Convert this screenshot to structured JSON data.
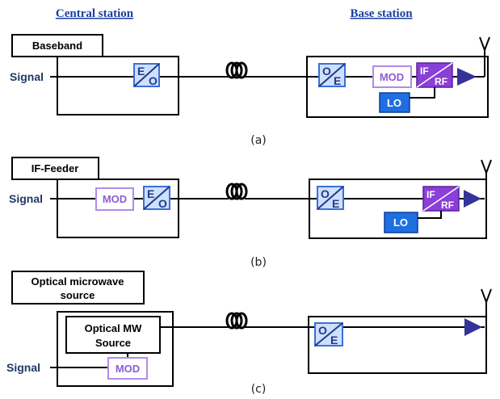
{
  "headers": {
    "central": "Central station",
    "base": "Base station"
  },
  "panels": [
    {
      "title": "Baseband",
      "signal": "Signal",
      "caption": "(a)"
    },
    {
      "title": "IF-Feeder",
      "signal": "Signal",
      "caption": "(b)"
    },
    {
      "title_line1": "Optical microwave",
      "title_line2": "source",
      "signal": "Signal",
      "caption": "(c)",
      "mw_line1": "Optical MW",
      "mw_line2": "Source"
    }
  ],
  "blocks": {
    "eo_top": "E",
    "eo_bottom": "O",
    "oe_top": "O",
    "oe_bottom": "E",
    "mod": "MOD",
    "lo": "LO",
    "if": "IF",
    "rf": "RF"
  },
  "colors": {
    "header": "#1a3fa0",
    "signal": "#1f3864",
    "converter_fill": "#cfe0ff",
    "converter_stroke": "#3b6fd6",
    "mod_stroke": "#b28be8",
    "lo_fill": "#1f6fe0",
    "mixer_fill": "#8a3fd6",
    "amplifier_fill": "#33339a"
  }
}
